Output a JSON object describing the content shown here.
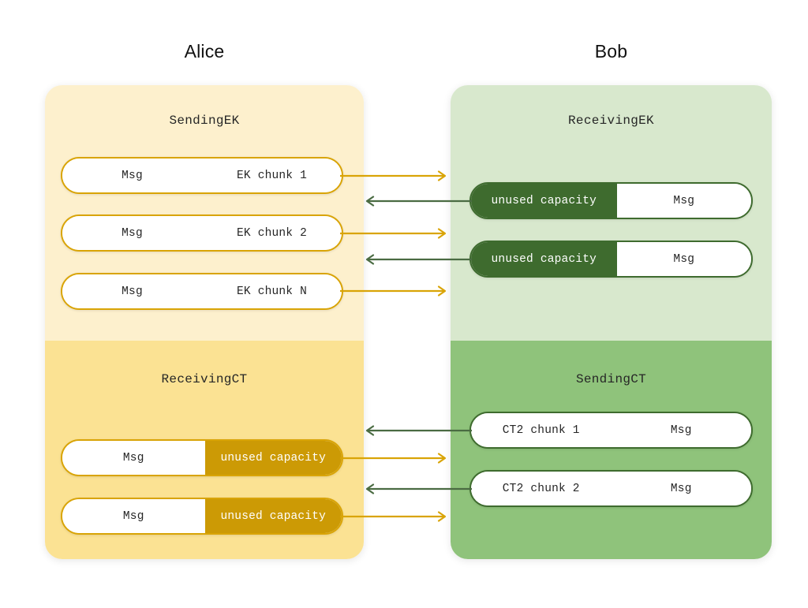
{
  "parties": {
    "left": {
      "name": "Alice"
    },
    "right": {
      "name": "Bob"
    }
  },
  "colors": {
    "alice_panel_top": "#FDF0CD",
    "alice_panel_bottom": "#FBE293",
    "bob_panel_top": "#D8E8CD",
    "bob_panel_bottom": "#8FC37B",
    "gold_stroke": "#D9A406",
    "gold_fill": "#CC9A05",
    "green_stroke": "#3E6B2E",
    "green_fill": "#3E6B2E",
    "pill_background": "#FFFFFF",
    "text_dark": "#262626",
    "text_light": "#FFFFFF"
  },
  "sections": {
    "sending_ek": {
      "title": "SendingEK",
      "owner": "Alice"
    },
    "receiving_ek": {
      "title": "ReceivingEK",
      "owner": "Bob"
    },
    "receiving_ct": {
      "title": "ReceivingCT",
      "owner": "Alice"
    },
    "sending_ct": {
      "title": "SendingCT",
      "owner": "Bob"
    }
  },
  "packets": {
    "sending_ek": [
      {
        "left_label": "Msg",
        "right_label": "EK chunk 1"
      },
      {
        "left_label": "Msg",
        "right_label": "EK chunk 2"
      },
      {
        "left_label": "Msg",
        "right_label": "EK chunk N"
      }
    ],
    "receiving_ek": [
      {
        "left_label": "unused capacity",
        "right_label": "Msg"
      },
      {
        "left_label": "unused capacity",
        "right_label": "Msg"
      }
    ],
    "receiving_ct": [
      {
        "left_label": "Msg",
        "right_label": "unused capacity"
      },
      {
        "left_label": "Msg",
        "right_label": "unused capacity"
      }
    ],
    "sending_ct": [
      {
        "left_label": "CT2 chunk 1",
        "right_label": "Msg"
      },
      {
        "left_label": "CT2 chunk 2",
        "right_label": "Msg"
      }
    ]
  },
  "arrows": [
    {
      "id": "a1",
      "direction": "right",
      "color": "gold"
    },
    {
      "id": "a2",
      "direction": "left",
      "color": "green"
    },
    {
      "id": "a3",
      "direction": "right",
      "color": "gold"
    },
    {
      "id": "a4",
      "direction": "left",
      "color": "green"
    },
    {
      "id": "a5",
      "direction": "right",
      "color": "gold"
    },
    {
      "id": "a6",
      "direction": "left",
      "color": "green"
    },
    {
      "id": "a7",
      "direction": "right",
      "color": "gold"
    },
    {
      "id": "a8",
      "direction": "left",
      "color": "green"
    },
    {
      "id": "a9",
      "direction": "right",
      "color": "gold"
    }
  ]
}
